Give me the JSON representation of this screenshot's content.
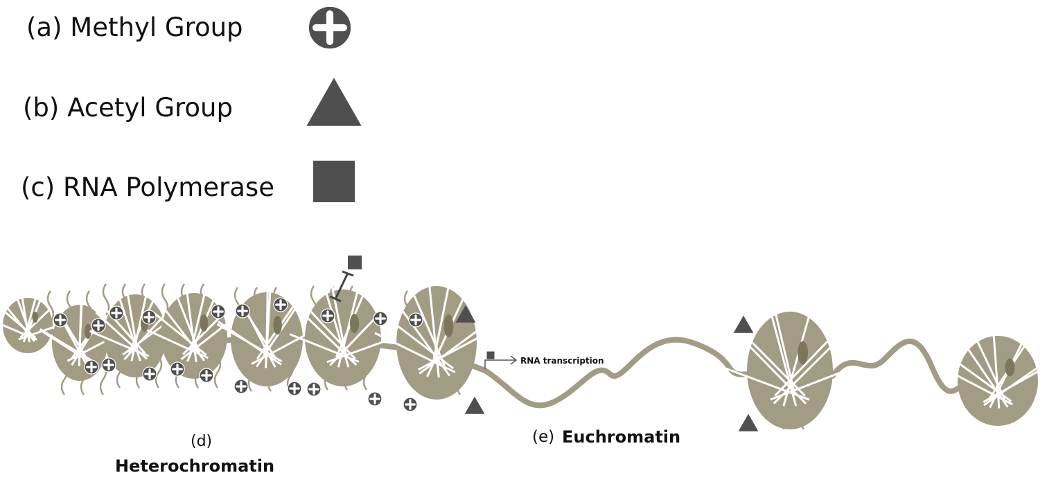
{
  "legend": [
    {
      "label": "(a) Methyl Group",
      "icon": "plus-circle-icon"
    },
    {
      "label": "(b) Acetyl Group",
      "icon": "triangle-icon"
    },
    {
      "label": "(c) RNA Polymerase",
      "icon": "square-icon"
    }
  ],
  "labels": {
    "d_letter": "(d)",
    "heterochromatin": "Heterochromatin",
    "e_letter": "(e)",
    "euchromatin": "Euchromatin",
    "rna_transcription": "RNA transcription"
  },
  "colors": {
    "chromatin": "#a39c84",
    "chromatin_dark": "#7d765c",
    "marker": "#4f4f4f"
  }
}
